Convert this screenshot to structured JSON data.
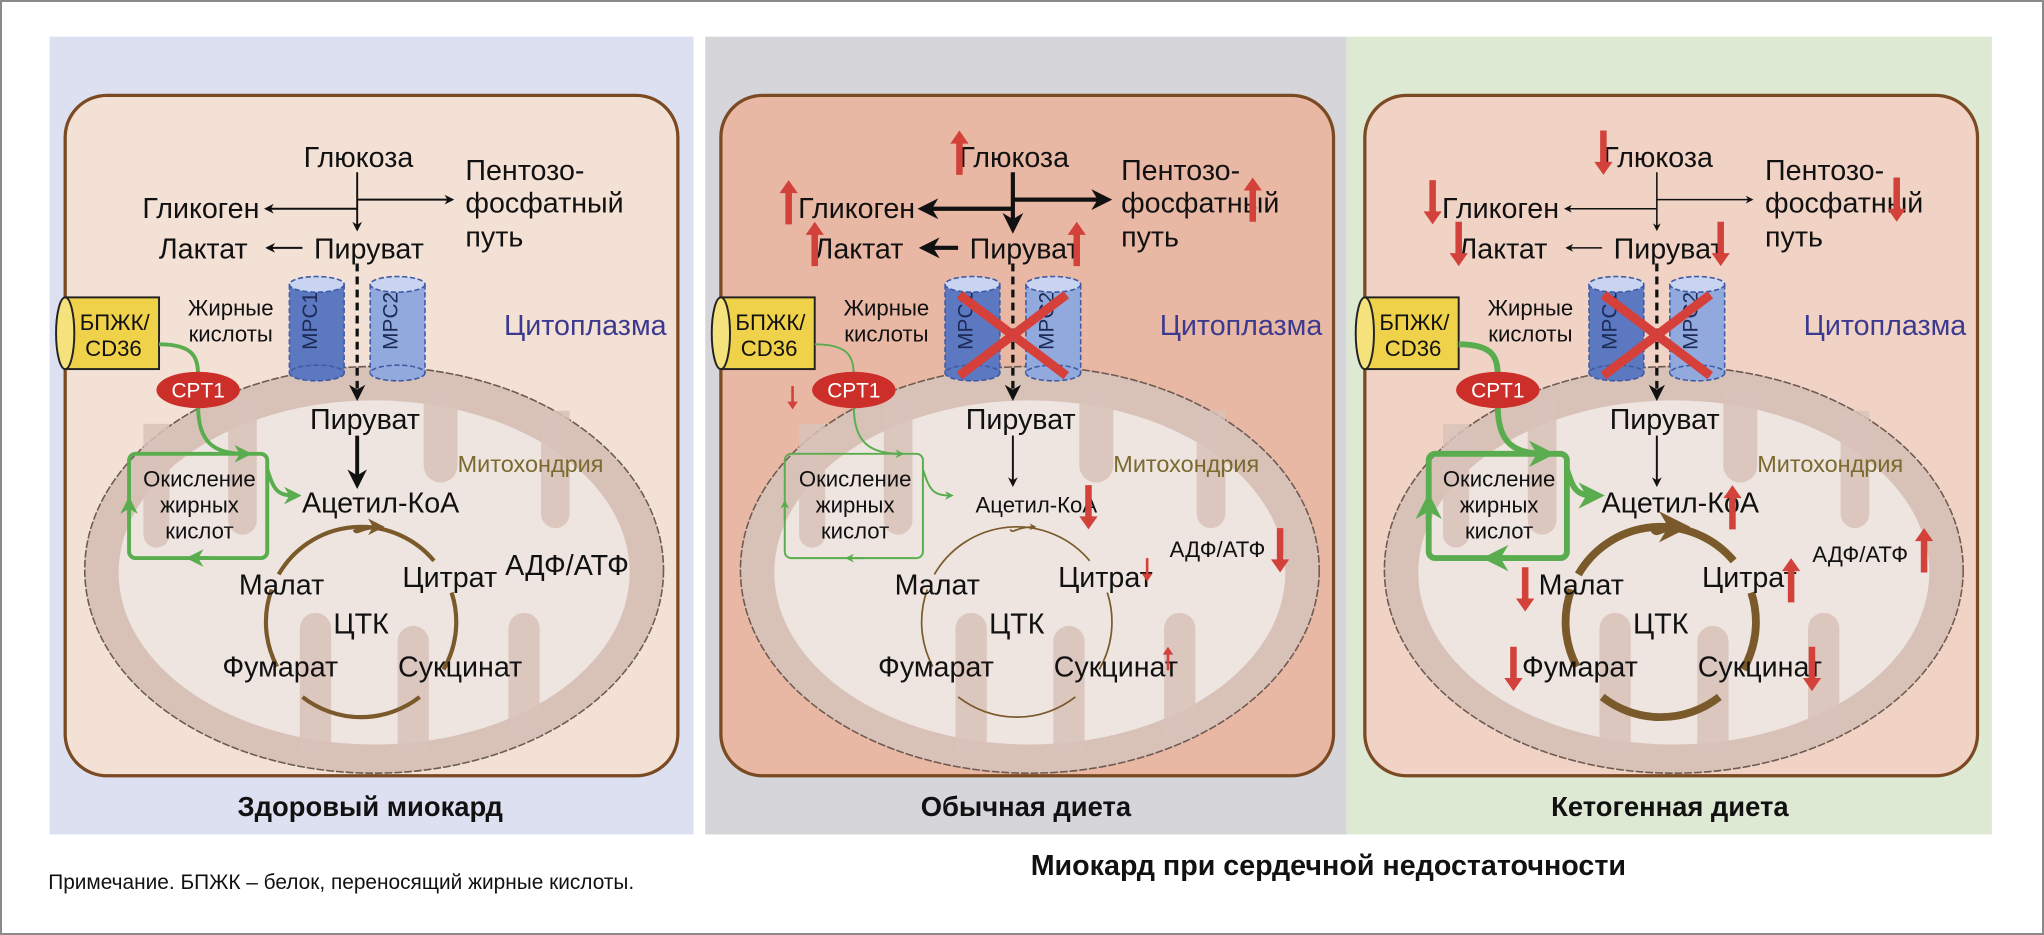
{
  "figure": {
    "caption": "Миокард при сердечной недостаточности",
    "note": "Примечание. БПЖК – белок, переносящий жирные кислоты.",
    "colors": {
      "increase_arrow": "#d2413a",
      "cross": "#d6403a",
      "fat_oxidation_path": "#5aad4e",
      "tca_cycle": "#7a5a2a",
      "cytoplasm_label": "#3b3a8e",
      "mitochondria_label": "#7a6a2e",
      "cpt1": "#cc2f2a",
      "transporter": "#f0d24a",
      "mpc1": "#5b78c0",
      "mpc2": "#92a9dd"
    }
  },
  "labels": {
    "glucose": "Глюкоза",
    "pentose1": "Пентозо-",
    "pentose2": "фосфатный",
    "pentose3": "путь",
    "glycogen": "Гликоген",
    "lactate": "Лактат",
    "pyruvate": "Пируват",
    "fatty1": "Жирные",
    "fatty2": "кислоты",
    "transporter1": "БПЖК/",
    "transporter2": "CD36",
    "cpt1": "CPT1",
    "mpc1": "MPC1",
    "mpc2": "MPC2",
    "cytoplasm": "Цитоплазма",
    "mitochondria": "Митохондрия",
    "acetyl_coa": "Ацетил-КоА",
    "fao1": "Окисление",
    "fao2": "жирных",
    "fao3": "кислот",
    "malate": "Малат",
    "citrate": "Цитрат",
    "adp_atp": "АДФ/АТФ",
    "tca": "ЦТК",
    "fumarate": "Фумарат",
    "succinate": "Сукцинат"
  },
  "panels": [
    {
      "id": "healthy",
      "title": "Здоровый миокард",
      "background": "#dde0f1",
      "cell_fill": "#f3e1d6",
      "mpc_blocked": false,
      "pathway_strength": "normal",
      "fat_oxidation_strength": "normal",
      "tca_strength": "normal",
      "changes": {}
    },
    {
      "id": "standard-diet",
      "title": "Обычная диета",
      "background": "#d6d6da",
      "cell_fill": "#e9b8a5",
      "mpc_blocked": true,
      "pathway_strength": "strong",
      "fat_oxidation_strength": "weak",
      "tca_strength": "weak",
      "changes": {
        "glucose": "up",
        "glycogen": "up",
        "lactate": "up",
        "pyruvate": "up",
        "pentose": "up",
        "cpt1": "down-small",
        "acetyl_coa": "down",
        "adp_atp": "down",
        "citrate": "down-small",
        "succinate": "up-small"
      }
    },
    {
      "id": "ketogenic-diet",
      "title": "Кетогенная диета",
      "background": "#dde9d2",
      "cell_fill": "#f1d3c6",
      "mpc_blocked": true,
      "pathway_strength": "weak",
      "fat_oxidation_strength": "strong",
      "tca_strength": "strong",
      "changes": {
        "glucose": "down",
        "glycogen": "down",
        "lactate": "down",
        "pyruvate": "down",
        "pentose": "down",
        "acetyl_coa": "up",
        "adp_atp": "up",
        "citrate": "up",
        "malate": "down",
        "fumarate": "down",
        "succinate": "down"
      }
    }
  ]
}
